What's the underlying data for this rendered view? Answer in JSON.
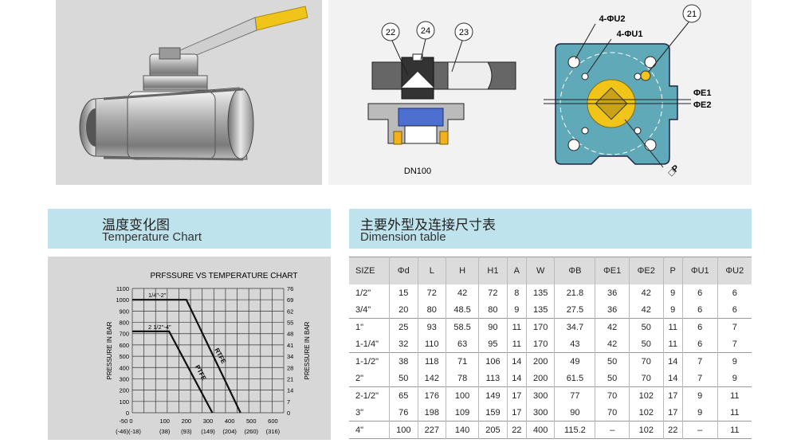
{
  "diagram": {
    "callouts": [
      "22",
      "24",
      "23",
      "21"
    ],
    "label_dn": "DN100",
    "dim_u2": "4-ΦU2",
    "dim_u1": "4-ΦU1",
    "dim_e1": "ΦE1",
    "dim_e2": "ΦE2",
    "dim_p": "□P"
  },
  "temperature_section": {
    "title_cn": "温度变化图",
    "title_en": "Temperature Chart"
  },
  "dimension_section": {
    "title_cn": "主要外型及连接尺寸表",
    "title_en": "Dimension table"
  },
  "chart_data": {
    "type": "line",
    "title": "PRFSSURE VS TEMPERATURE CHART",
    "ylabel_left": "PRESSURE IN BAR",
    "ylabel_right": "PRESSURE IN BAR",
    "y_left_ticks": [
      "1100",
      "1000",
      "900",
      "800",
      "700",
      "600",
      "500",
      "400",
      "300",
      "200",
      "100",
      "0"
    ],
    "y_right_ticks": [
      "76",
      "69",
      "62",
      "55",
      "48",
      "41",
      "34",
      "28",
      "21",
      "14",
      "7",
      "0"
    ],
    "x_ticks_f": [
      "-50 0",
      "100",
      "200",
      "300",
      "400",
      "500",
      "600"
    ],
    "x_ticks_c": [
      "(-46)(-18)",
      "(38)",
      "(93)",
      "(149)",
      "(204)",
      "(260)",
      "(316)"
    ],
    "ylim": [
      0,
      1100
    ],
    "xlim": [
      -50,
      650
    ],
    "series": [
      {
        "name": "1/4\"-2\"",
        "x": [
          -50,
          200,
          450
        ],
        "y": [
          1000,
          1000,
          0
        ]
      },
      {
        "name": "2 1/2\"-4\"",
        "x": [
          -50,
          120,
          320
        ],
        "y": [
          720,
          720,
          0
        ]
      }
    ],
    "annotations": [
      "RTFE",
      "PTFE"
    ]
  },
  "dimension_table": {
    "headers": [
      "SIZE",
      "Φd",
      "L",
      "H",
      "H1",
      "A",
      "W",
      "ΦB",
      "ΦE1",
      "ΦE2",
      "P",
      "ΦU1",
      "ΦU2"
    ],
    "rows": [
      [
        "1/2\"",
        "15",
        "72",
        "42",
        "72",
        "8",
        "135",
        "21.8",
        "36",
        "42",
        "9",
        "6",
        "6"
      ],
      [
        "3/4\"",
        "20",
        "80",
        "48.5",
        "80",
        "9",
        "135",
        "27.5",
        "36",
        "42",
        "9",
        "6",
        "6"
      ],
      [
        "1\"",
        "25",
        "93",
        "58.5",
        "90",
        "11",
        "170",
        "34.7",
        "42",
        "50",
        "11",
        "6",
        "7"
      ],
      [
        "1-1/4\"",
        "32",
        "110",
        "63",
        "95",
        "11",
        "170",
        "43",
        "42",
        "50",
        "11",
        "6",
        "7"
      ],
      [
        "1-1/2\"",
        "38",
        "118",
        "71",
        "106",
        "14",
        "200",
        "49",
        "50",
        "70",
        "14",
        "7",
        "9"
      ],
      [
        "2\"",
        "50",
        "142",
        "78",
        "113",
        "14",
        "200",
        "61.5",
        "50",
        "70",
        "14",
        "7",
        "9"
      ],
      [
        "2-1/2\"",
        "65",
        "176",
        "100",
        "149",
        "17",
        "300",
        "77",
        "70",
        "102",
        "17",
        "9",
        "11"
      ],
      [
        "3\"",
        "76",
        "198",
        "109",
        "159",
        "17",
        "300",
        "90",
        "70",
        "102",
        "17",
        "9",
        "11"
      ],
      [
        "4\"",
        "100",
        "227",
        "140",
        "205",
        "22",
        "400",
        "115.2",
        "–",
        "102",
        "22",
        "–",
        "11"
      ]
    ]
  }
}
